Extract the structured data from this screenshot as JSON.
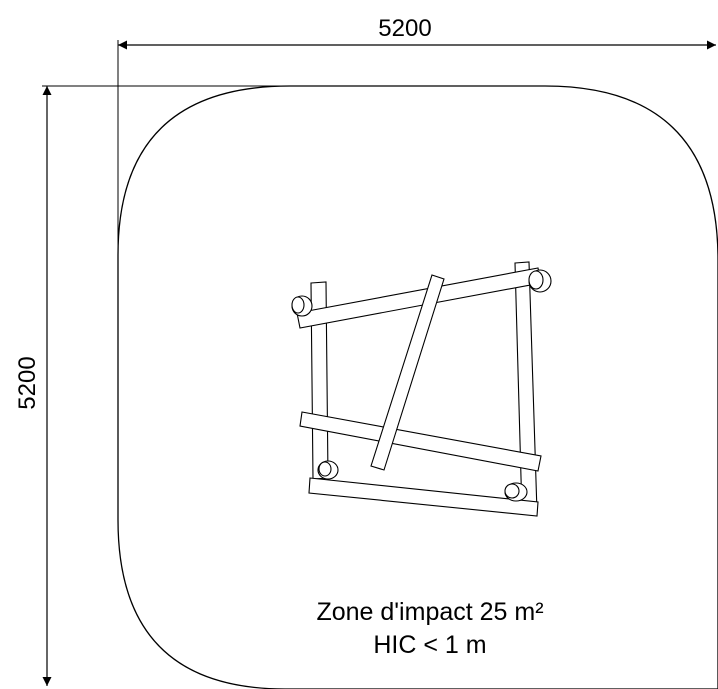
{
  "dimensions": {
    "width_label": "5200",
    "depth_label": "5200"
  },
  "impact_zone": {
    "line1": "Zone d'impact 25 m²",
    "line2": "HIC < 1 m"
  },
  "colors": {
    "line": "#000000",
    "background": "#ffffff"
  }
}
